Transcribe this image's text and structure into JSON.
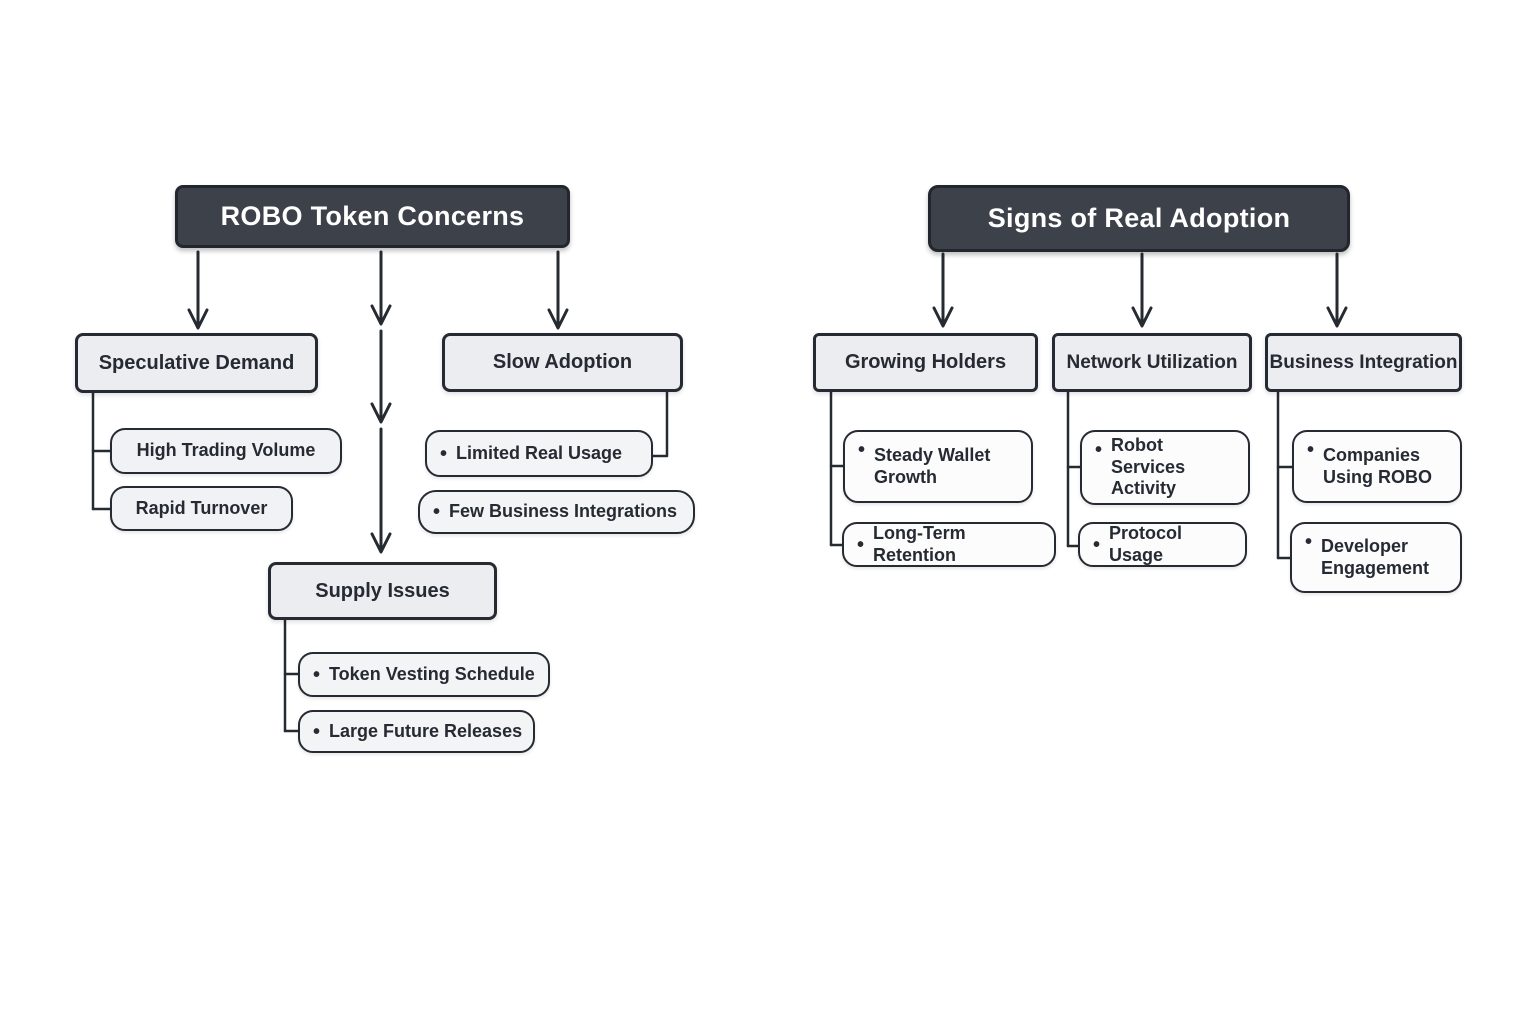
{
  "ui": {
    "bullet": "•"
  },
  "colors": {
    "header_bg": "#3c414a",
    "header_text": "#ffffff",
    "box_fill": "#ebedf0",
    "sub_fill": "#fcfcfd",
    "border": "#262a32",
    "text": "#262a33",
    "line": "#262a31",
    "background": "#ffffff"
  },
  "left_chart": {
    "title": "ROBO Token Concerns",
    "branches": [
      {
        "label": "Speculative Demand",
        "children": [
          {
            "label": "High Trading Volume",
            "bullet": false
          },
          {
            "label": "Rapid Turnover",
            "bullet": false
          }
        ]
      },
      {
        "label": "Slow Adoption",
        "children": [
          {
            "label": "Limited Real Usage",
            "bullet": true
          },
          {
            "label": "Few Business Integrations",
            "bullet": true
          }
        ]
      },
      {
        "label": "Supply Issues",
        "children": [
          {
            "label": "Token Vesting Schedule",
            "bullet": true
          },
          {
            "label": "Large Future Releases",
            "bullet": true
          }
        ]
      }
    ]
  },
  "right_chart": {
    "title": "Signs of Real Adoption",
    "branches": [
      {
        "label": "Growing Holders",
        "children": [
          {
            "label": "Steady Wallet Growth",
            "bullet": true
          },
          {
            "label": "Long-Term Retention",
            "bullet": true
          }
        ]
      },
      {
        "label": "Network Utilization",
        "children": [
          {
            "label": "Robot Services Activity",
            "bullet": true
          },
          {
            "label": "Protocol Usage",
            "bullet": true
          }
        ]
      },
      {
        "label": "Business Integration",
        "children": [
          {
            "label": "Companies Using ROBO",
            "bullet": true
          },
          {
            "label": "Developer Engagement",
            "bullet": true
          }
        ]
      }
    ]
  }
}
